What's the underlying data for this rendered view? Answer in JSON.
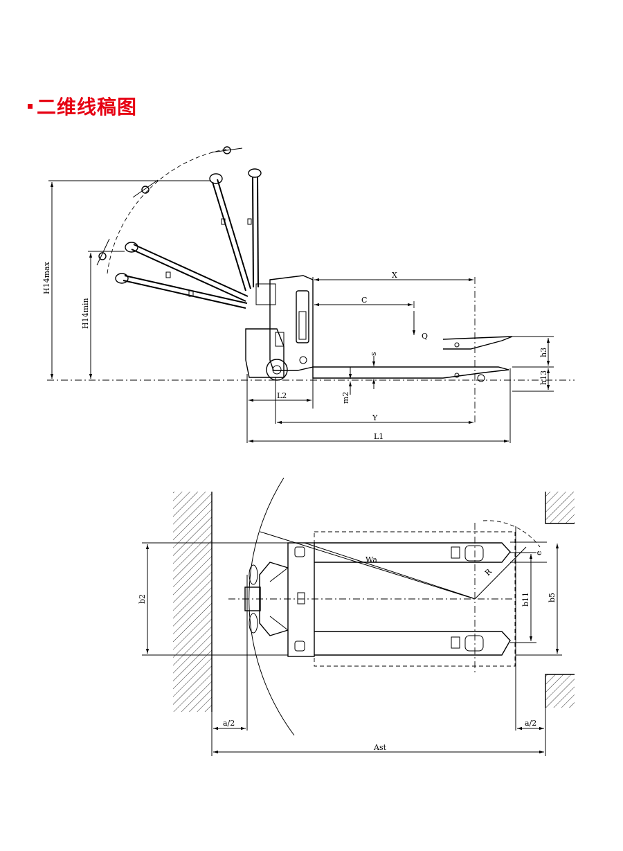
{
  "header": {
    "title": "二维线稿图"
  },
  "side_view": {
    "labels": {
      "h14max": "H14max",
      "h14min": "H14min",
      "x": "X",
      "c": "C",
      "q": "Q",
      "s": "s",
      "h3": "h3",
      "h13": "h13",
      "l2": "L2",
      "m2": "m2",
      "y": "Y",
      "l1": "L1"
    }
  },
  "top_view": {
    "labels": {
      "wa": "Wa",
      "r": "R",
      "e": "e",
      "b2": "b2",
      "b11": "b11",
      "b5": "b5",
      "a2_left": "a/2",
      "a2_right": "a/2",
      "ast": "Ast"
    }
  }
}
